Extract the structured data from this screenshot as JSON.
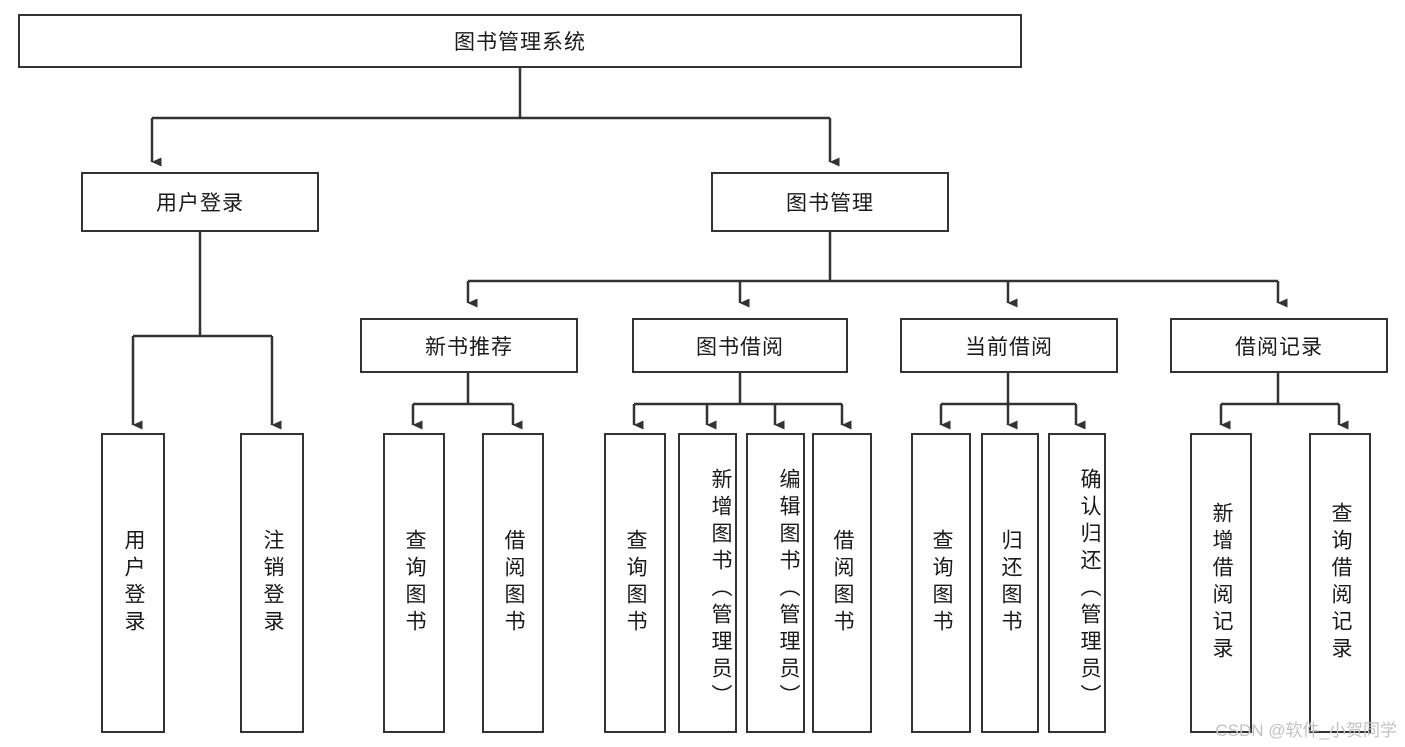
{
  "diagram": {
    "title": "图书管理系统",
    "type": "hierarchy-tree",
    "watermark": "CSDN @软件_小贺同学",
    "colors": {
      "stroke": "#333333",
      "fill": "#ffffff",
      "text": "#1a1a1a",
      "watermark": "#c2c2c2"
    },
    "nodes": {
      "root": {
        "label": "图书管理系统"
      },
      "level1": [
        {
          "label": "用户登录"
        },
        {
          "label": "图书管理"
        }
      ],
      "level2": [
        {
          "label": "新书推荐"
        },
        {
          "label": "图书借阅"
        },
        {
          "label": "当前借阅"
        },
        {
          "label": "借阅记录"
        }
      ],
      "leaves": {
        "user_login": [
          {
            "label": "用户登录"
          },
          {
            "label": "注销登录"
          }
        ],
        "new_book_recommend": [
          {
            "label": "查询图书"
          },
          {
            "label": "借阅图书"
          }
        ],
        "book_borrow": [
          {
            "label": "查询图书"
          },
          {
            "label": "新增图书（管理员）"
          },
          {
            "label": "编辑图书（管理员）"
          },
          {
            "label": "借阅图书"
          }
        ],
        "current_borrow": [
          {
            "label": "查询图书"
          },
          {
            "label": "归还图书"
          },
          {
            "label": "确认归还（管理员）"
          }
        ],
        "borrow_records": [
          {
            "label": "新增借阅记录"
          },
          {
            "label": "查询借阅记录"
          }
        ]
      }
    }
  }
}
